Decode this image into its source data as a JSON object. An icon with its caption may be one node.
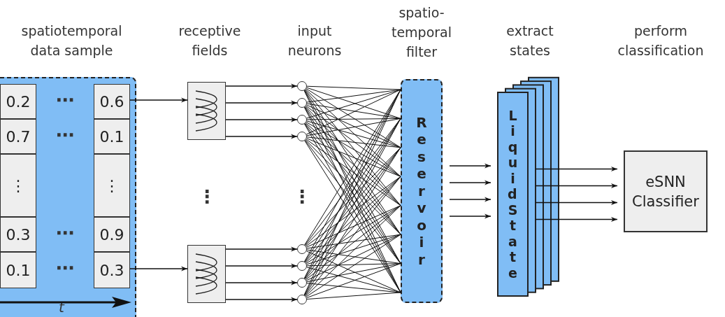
{
  "diagram": {
    "nodes": [
      {
        "text": [],
        "shape": "box"
      },
      {
        "text": [
          "0.2"
        ],
        "in": 0
      },
      {
        "text": [
          "0.6"
        ],
        "in": 0
      },
      {
        "text": [
          "0.7"
        ],
        "in": 0
      },
      {
        "text": [
          "0.1"
        ],
        "in": 0
      },
      {
        "text": [
          "⋮"
        ],
        "in": 0
      },
      {
        "text": [
          "⋮"
        ],
        "in": 0
      },
      {
        "text": [
          "0.3"
        ],
        "in": 0
      },
      {
        "text": [
          "0.9"
        ],
        "in": 0
      },
      {
        "text": [
          "0.1"
        ],
        "in": 0
      },
      {
        "text": [
          "0.3"
        ],
        "in": 0
      },
      {
        "text": [],
        "shape": "box"
      },
      {
        "text": [],
        "shape": "box"
      },
      {
        "text": [],
        "shape": "circle"
      },
      {
        "text": [],
        "shape": "circle"
      },
      {
        "text": [],
        "shape": "circle"
      },
      {
        "text": [],
        "shape": "circle"
      },
      {
        "text": [],
        "shape": "circle"
      },
      {
        "text": [],
        "shape": "circle"
      },
      {
        "text": [],
        "shape": "circle"
      },
      {
        "text": [],
        "shape": "circle"
      },
      {
        "text": [
          "Reservoir"
        ]
      },
      {
        "text": [
          "Liquid State"
        ]
      },
      {
        "text": [
          "eSNN Classifier"
        ]
      }
    ],
    "edges": [
      {
        "from": 2,
        "to": 11,
        "arrow": "to"
      },
      {
        "from": 10,
        "to": 12,
        "arrow": "to"
      },
      {
        "from": 11,
        "to": 13,
        "arrow": "to"
      },
      {
        "from": 11,
        "to": 14,
        "arrow": "to"
      },
      {
        "from": 11,
        "to": 15,
        "arrow": "to"
      },
      {
        "from": 11,
        "to": 16,
        "arrow": "to"
      },
      {
        "from": 12,
        "to": 17,
        "arrow": "to"
      },
      {
        "from": 12,
        "to": 18,
        "arrow": "to"
      },
      {
        "from": 12,
        "to": 19,
        "arrow": "to"
      },
      {
        "from": 12,
        "to": 20,
        "arrow": "to"
      },
      {
        "from": 13,
        "to": 21,
        "arrow": "none"
      },
      {
        "from": 13,
        "to": 21,
        "arrow": "none"
      },
      {
        "from": 13,
        "to": 21,
        "arrow": "none"
      },
      {
        "from": 13,
        "to": 21,
        "arrow": "none"
      },
      {
        "from": 13,
        "to": 21,
        "arrow": "none"
      },
      {
        "from": 13,
        "to": 21,
        "arrow": "none"
      },
      {
        "from": 13,
        "to": 21,
        "arrow": "none"
      },
      {
        "from": 13,
        "to": 21,
        "arrow": "none"
      },
      {
        "from": 14,
        "to": 21,
        "arrow": "none"
      },
      {
        "from": 14,
        "to": 21,
        "arrow": "none"
      },
      {
        "from": 14,
        "to": 21,
        "arrow": "none"
      },
      {
        "from": 14,
        "to": 21,
        "arrow": "none"
      },
      {
        "from": 14,
        "to": 21,
        "arrow": "none"
      },
      {
        "from": 14,
        "to": 21,
        "arrow": "none"
      },
      {
        "from": 14,
        "to": 21,
        "arrow": "none"
      },
      {
        "from": 14,
        "to": 21,
        "arrow": "none"
      },
      {
        "from": 15,
        "to": 21,
        "arrow": "none"
      },
      {
        "from": 15,
        "to": 21,
        "arrow": "none"
      },
      {
        "from": 15,
        "to": 21,
        "arrow": "none"
      },
      {
        "from": 15,
        "to": 21,
        "arrow": "none"
      },
      {
        "from": 15,
        "to": 21,
        "arrow": "none"
      },
      {
        "from": 15,
        "to": 21,
        "arrow": "none"
      },
      {
        "from": 15,
        "to": 21,
        "arrow": "none"
      },
      {
        "from": 15,
        "to": 21,
        "arrow": "none"
      },
      {
        "from": 16,
        "to": 21,
        "arrow": "none"
      },
      {
        "from": 16,
        "to": 21,
        "arrow": "none"
      },
      {
        "from": 16,
        "to": 21,
        "arrow": "none"
      },
      {
        "from": 16,
        "to": 21,
        "arrow": "none"
      },
      {
        "from": 16,
        "to": 21,
        "arrow": "none"
      },
      {
        "from": 16,
        "to": 21,
        "arrow": "none"
      },
      {
        "from": 16,
        "to": 21,
        "arrow": "none"
      },
      {
        "from": 16,
        "to": 21,
        "arrow": "none"
      },
      {
        "from": 17,
        "to": 21,
        "arrow": "none"
      },
      {
        "from": 17,
        "to": 21,
        "arrow": "none"
      },
      {
        "from": 17,
        "to": 21,
        "arrow": "none"
      },
      {
        "from": 17,
        "to": 21,
        "arrow": "none"
      },
      {
        "from": 17,
        "to": 21,
        "arrow": "none"
      },
      {
        "from": 17,
        "to": 21,
        "arrow": "none"
      },
      {
        "from": 17,
        "to": 21,
        "arrow": "none"
      },
      {
        "from": 17,
        "to": 21,
        "arrow": "none"
      },
      {
        "from": 18,
        "to": 21,
        "arrow": "none"
      },
      {
        "from": 18,
        "to": 21,
        "arrow": "none"
      },
      {
        "from": 18,
        "to": 21,
        "arrow": "none"
      },
      {
        "from": 18,
        "to": 21,
        "arrow": "none"
      },
      {
        "from": 18,
        "to": 21,
        "arrow": "none"
      },
      {
        "from": 18,
        "to": 21,
        "arrow": "none"
      },
      {
        "from": 18,
        "to": 21,
        "arrow": "none"
      },
      {
        "from": 18,
        "to": 21,
        "arrow": "none"
      },
      {
        "from": 19,
        "to": 21,
        "arrow": "none"
      },
      {
        "from": 19,
        "to": 21,
        "arrow": "none"
      },
      {
        "from": 19,
        "to": 21,
        "arrow": "none"
      },
      {
        "from": 19,
        "to": 21,
        "arrow": "none"
      },
      {
        "from": 19,
        "to": 21,
        "arrow": "none"
      },
      {
        "from": 19,
        "to": 21,
        "arrow": "none"
      },
      {
        "from": 19,
        "to": 21,
        "arrow": "none"
      },
      {
        "from": 19,
        "to": 21,
        "arrow": "none"
      },
      {
        "from": 20,
        "to": 21,
        "arrow": "none"
      },
      {
        "from": 20,
        "to": 21,
        "arrow": "none"
      },
      {
        "from": 20,
        "to": 21,
        "arrow": "none"
      },
      {
        "from": 20,
        "to": 21,
        "arrow": "none"
      },
      {
        "from": 20,
        "to": 21,
        "arrow": "none"
      },
      {
        "from": 20,
        "to": 21,
        "arrow": "none"
      },
      {
        "from": 20,
        "to": 21,
        "arrow": "none"
      },
      {
        "from": 20,
        "to": 21,
        "arrow": "none"
      },
      {
        "from": 21,
        "to": 22,
        "arrow": "to"
      },
      {
        "from": 21,
        "to": 22,
        "arrow": "to"
      },
      {
        "from": 21,
        "to": 22,
        "arrow": "to"
      },
      {
        "from": 21,
        "to": 22,
        "arrow": "to"
      },
      {
        "from": 22,
        "to": 23,
        "arrow": "to"
      },
      {
        "from": 22,
        "to": 23,
        "arrow": "to"
      },
      {
        "from": 22,
        "to": 23,
        "arrow": "to"
      },
      {
        "from": 22,
        "to": 23,
        "arrow": "to"
      }
    ],
    "labels": [
      "spatiotemporal data sample",
      "receptive fields",
      "input neurons",
      "spatio- temporal filter",
      "extract states",
      "perform classification",
      "⋯",
      "⋯",
      "⋯",
      "⋯",
      "⋮",
      "⋮",
      "t"
    ]
  }
}
